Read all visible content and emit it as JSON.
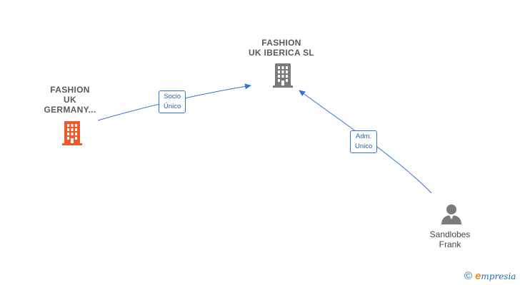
{
  "nodes": {
    "fashion_uk_germany": {
      "line1": "FASHION",
      "line2": "UK",
      "line3": "GERMANY...",
      "color": "#f05a28"
    },
    "fashion_uk_iberica": {
      "line1": "FASHION",
      "line2": "UK IBERICA  SL",
      "color": "#7a7a7a"
    },
    "sandlobes_frank": {
      "line1": "Sandlobes",
      "line2": "Frank",
      "color": "#7a7a7a"
    }
  },
  "edges": {
    "socio_unico": {
      "line1": "Socio",
      "line2": "Único"
    },
    "adm_unico": {
      "line1": "Adm.",
      "line2": "Unico"
    }
  },
  "brand": {
    "copyright": "©",
    "initial": "e",
    "rest": "mpresia"
  },
  "colors": {
    "edge": "#2f74d0"
  }
}
